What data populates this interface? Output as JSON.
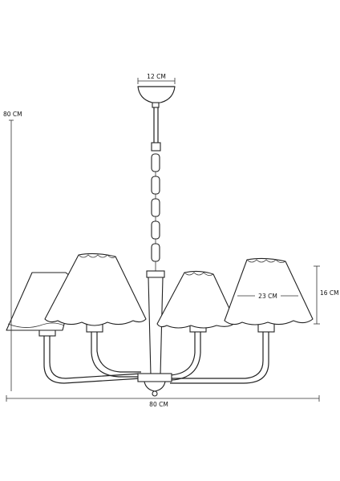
{
  "dimensions": {
    "canopy_width": "12 CM",
    "total_height": "80 CM",
    "shade_height": "16 CM",
    "shade_width": "23 CM",
    "total_width": "80 CM"
  },
  "colors": {
    "line": "#222222",
    "background": "#ffffff"
  }
}
